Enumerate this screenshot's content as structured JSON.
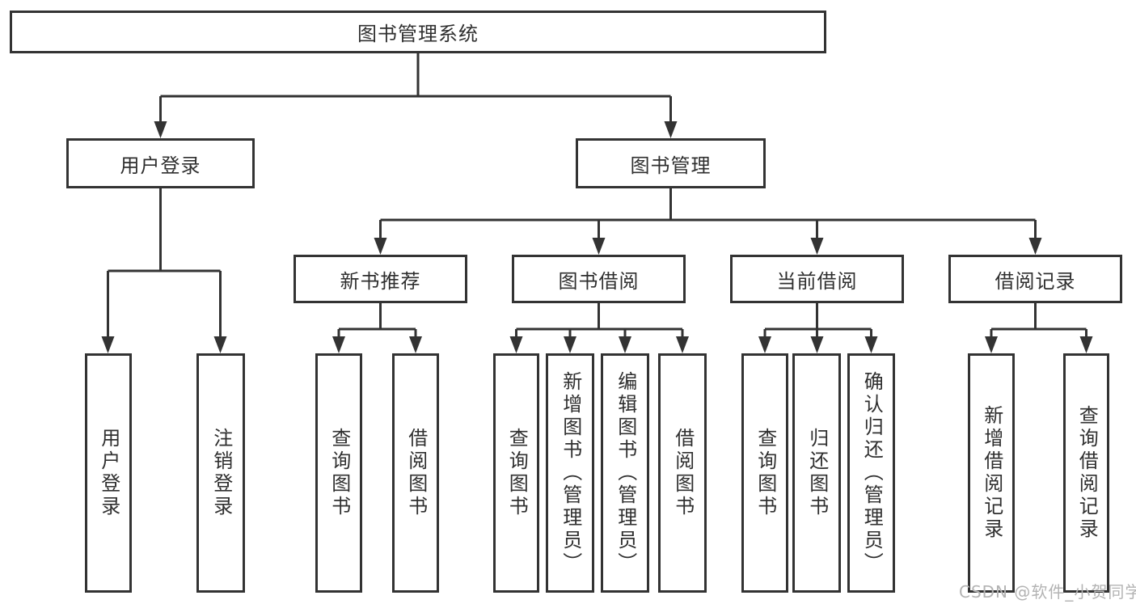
{
  "diagram": {
    "root": {
      "label": "图书管理系统"
    },
    "level2": [
      {
        "label": "用户登录"
      },
      {
        "label": "图书管理"
      }
    ],
    "level3": [
      {
        "label": "新书推荐"
      },
      {
        "label": "图书借阅"
      },
      {
        "label": "当前借阅"
      },
      {
        "label": "借阅记录"
      }
    ],
    "leaves": [
      {
        "label": "用户登录"
      },
      {
        "label": "注销登录"
      },
      {
        "label": "查询图书"
      },
      {
        "label": "借阅图书"
      },
      {
        "label": "查询图书"
      },
      {
        "label": "新增图书（管理员）"
      },
      {
        "label": "编辑图书（管理员）"
      },
      {
        "label": "借阅图书"
      },
      {
        "label": "查询图书"
      },
      {
        "label": "归还图书"
      },
      {
        "label": "确认归还（管理员）"
      },
      {
        "label": "新增借阅记录"
      },
      {
        "label": "查询借阅记录"
      }
    ]
  },
  "watermark": {
    "text": "CSDN @软件_小贺同学"
  },
  "colors": {
    "line": "#333333",
    "text": "#2f2f2f",
    "watermark": "#b3b3b3",
    "background": "#ffffff"
  }
}
